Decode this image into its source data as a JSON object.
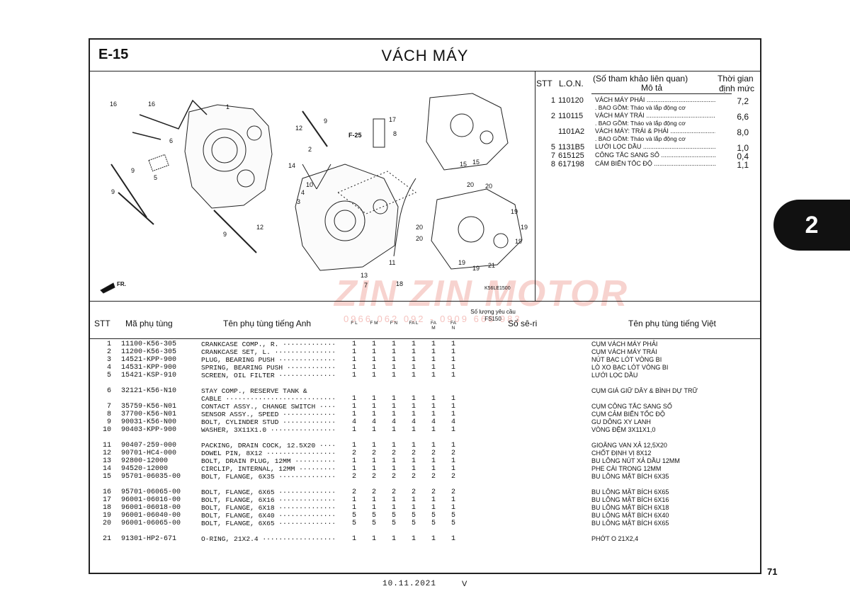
{
  "header": {
    "code": "E-15",
    "title": "VÁCH MÁY"
  },
  "lon_table": {
    "head_stt": "STT",
    "head_lon": "L.O.N.",
    "head_ref": "(Số tham khảo liên quan)",
    "head_desc": "Mô tả",
    "head_time_1": "Thời gian",
    "head_time_2": "định mức",
    "rows": [
      {
        "stt": "1",
        "lon": "110120",
        "desc": "VÁCH MÁY PHẢI",
        "sub": ". BAO GỒM: Tháo và lắp động cơ",
        "time": "7,2"
      },
      {
        "stt": "2",
        "lon": "110115",
        "desc": "VÁCH MÁY TRÁI",
        "sub": ". BAO GỒM: Tháo và lắp động cơ",
        "time": "6,6"
      },
      {
        "stt": "",
        "lon": "1101A2",
        "desc": "VÁCH MÁY: TRÁI & PHẢI",
        "sub": ". BAO GỒM: Tháo và lắp động cơ",
        "time": "8,0"
      },
      {
        "stt": "5",
        "lon": "1131B5",
        "desc": "LƯỚI LỌC DẦU",
        "sub": "",
        "time": "1,0"
      },
      {
        "stt": "7",
        "lon": "615125",
        "desc": "CÔNG TẮC SANG SỐ",
        "sub": "",
        "time": "0,4"
      },
      {
        "stt": "8",
        "lon": "617198",
        "desc": "CẢM BIẾN TỐC ĐỘ",
        "sub": "",
        "time": "1,1"
      }
    ]
  },
  "diagram": {
    "callouts": [
      "16",
      "16",
      "1",
      "9",
      "12",
      "17",
      "8",
      "F-25",
      "6",
      "2",
      "14",
      "10",
      "4",
      "3",
      "5",
      "9",
      "9",
      "12",
      "9",
      "15",
      "15",
      "20",
      "20",
      "19",
      "20",
      "19",
      "20",
      "19",
      "19",
      "19",
      "21",
      "11",
      "13",
      "7",
      "18"
    ],
    "code_label": "K56LE1500",
    "fr_label": "FR."
  },
  "parts_table": {
    "head_stt": "STT",
    "head_code": "Mã phụ tùng",
    "head_en": "Tên phụ tùng tiếng Anh",
    "head_qty": "Số lượng yêu cầu",
    "head_model": "FS150",
    "qty_cols": [
      "F L",
      "F M",
      "F N",
      "FA L",
      "FA M",
      "FA N"
    ],
    "head_serial": "Số sê-ri",
    "head_vi": "Tên phụ tùng tiếng Việt",
    "rows": [
      {
        "stt": "1",
        "code": "11100-K56-305",
        "en": "CRANKCASE COMP., R.",
        "q": [
          "1",
          "1",
          "1",
          "1",
          "1",
          "1"
        ],
        "vi": "CỤM VÁCH MÁY PHẢI"
      },
      {
        "stt": "2",
        "code": "11200-K56-305",
        "en": "CRANKCASE SET, L.",
        "q": [
          "1",
          "1",
          "1",
          "1",
          "1",
          "1"
        ],
        "vi": "CỤM VÁCH MÁY TRÁI"
      },
      {
        "stt": "3",
        "code": "14521-KPP-900",
        "en": "PLUG, BEARING PUSH",
        "q": [
          "1",
          "1",
          "1",
          "1",
          "1",
          "1"
        ],
        "vi": "NÚT BẠC LÓT VÒNG BI"
      },
      {
        "stt": "4",
        "code": "14531-KPP-900",
        "en": "SPRING, BEARING PUSH",
        "q": [
          "1",
          "1",
          "1",
          "1",
          "1",
          "1"
        ],
        "vi": "LÒ XO BẠC LÓT VÒNG BI"
      },
      {
        "stt": "5",
        "code": "15421-KSP-910",
        "en": "SCREEN, OIL FILTER",
        "q": [
          "1",
          "1",
          "1",
          "1",
          "1",
          "1"
        ],
        "vi": "LƯỚI LỌC DẦU"
      },
      {
        "stt": "6",
        "code": "32121-K56-N10",
        "en": "STAY COMP., RESERVE TANK &",
        "en2": "CABLE",
        "q": [
          "1",
          "1",
          "1",
          "1",
          "1",
          "1"
        ],
        "vi": "CỤM GIÁ GIỮ DÂY & BÌNH DỰ TRỮ"
      },
      {
        "stt": "7",
        "code": "35759-K56-N01",
        "en": "CONTACT ASSY., CHANGE SWITCH",
        "q": [
          "1",
          "1",
          "1",
          "1",
          "1",
          "1"
        ],
        "vi": "CỤM CÔNG TẮC SANG SỐ"
      },
      {
        "stt": "8",
        "code": "37700-K56-N01",
        "en": "SENSOR ASSY., SPEED",
        "q": [
          "1",
          "1",
          "1",
          "1",
          "1",
          "1"
        ],
        "vi": "CỤM CẢM BIẾN TỐC ĐỘ"
      },
      {
        "stt": "9",
        "code": "90031-K56-N00",
        "en": "BOLT, CYLINDER STUD",
        "q": [
          "4",
          "4",
          "4",
          "4",
          "4",
          "4"
        ],
        "vi": "GU DÔNG XY LANH"
      },
      {
        "stt": "10",
        "code": "90403-KPP-900",
        "en": "WASHER, 3X11X1.0",
        "q": [
          "1",
          "1",
          "1",
          "1",
          "1",
          "1"
        ],
        "vi": "VÒNG ĐỆM 3X11X1,0"
      },
      {
        "stt": "11",
        "code": "90407-259-000",
        "en": "PACKING, DRAIN COCK, 12.5X20",
        "q": [
          "1",
          "1",
          "1",
          "1",
          "1",
          "1"
        ],
        "vi": "GIOĂNG VAN XẢ 12,5X20"
      },
      {
        "stt": "12",
        "code": "90701-HC4-000",
        "en": "DOWEL PIN, 8X12",
        "q": [
          "2",
          "2",
          "2",
          "2",
          "2",
          "2"
        ],
        "vi": "CHỐT ĐỊNH VỊ 8X12"
      },
      {
        "stt": "13",
        "code": "92800-12000",
        "en": "BOLT, DRAIN PLUG, 12MM",
        "q": [
          "1",
          "1",
          "1",
          "1",
          "1",
          "1"
        ],
        "vi": "BU LÔNG NÚT XẢ DẦU 12MM"
      },
      {
        "stt": "14",
        "code": "94520-12000",
        "en": "CIRCLIP, INTERNAL, 12MM",
        "q": [
          "1",
          "1",
          "1",
          "1",
          "1",
          "1"
        ],
        "vi": "PHE CÀI TRONG 12MM"
      },
      {
        "stt": "15",
        "code": "95701-06035-00",
        "en": "BOLT, FLANGE, 6X35",
        "q": [
          "2",
          "2",
          "2",
          "2",
          "2",
          "2"
        ],
        "vi": "BU LÔNG MẶT BÍCH 6X35"
      },
      {
        "stt": "16",
        "code": "95701-06065-00",
        "en": "BOLT, FLANGE, 6X65",
        "q": [
          "2",
          "2",
          "2",
          "2",
          "2",
          "2"
        ],
        "vi": "BU LÔNG MẶT BÍCH 6X65"
      },
      {
        "stt": "17",
        "code": "96001-06016-00",
        "en": "BOLT, FLANGE, 6X16",
        "q": [
          "1",
          "1",
          "1",
          "1",
          "1",
          "1"
        ],
        "vi": "BU LÔNG MẶT BÍCH 6X16"
      },
      {
        "stt": "18",
        "code": "96001-06018-00",
        "en": "BOLT, FLANGE, 6X18",
        "q": [
          "1",
          "1",
          "1",
          "1",
          "1",
          "1"
        ],
        "vi": "BU LÔNG MẶT BÍCH 6X18"
      },
      {
        "stt": "19",
        "code": "96001-06040-00",
        "en": "BOLT, FLANGE, 6X40",
        "q": [
          "5",
          "5",
          "5",
          "5",
          "5",
          "5"
        ],
        "vi": "BU LÔNG MẶT BÍCH 6X40"
      },
      {
        "stt": "20",
        "code": "96001-06065-00",
        "en": "BOLT, FLANGE, 6X65",
        "q": [
          "5",
          "5",
          "5",
          "5",
          "5",
          "5"
        ],
        "vi": "BU LÔNG MẶT BÍCH 6X65"
      },
      {
        "stt": "21",
        "code": "91301-HP2-671",
        "en": "O-RING, 21X2.4",
        "q": [
          "1",
          "1",
          "1",
          "1",
          "1",
          "1"
        ],
        "vi": "PHỚT O 21X2,4"
      }
    ]
  },
  "footer": {
    "date": "10.11.2021",
    "version": "V",
    "page": "71",
    "section_badge": "2"
  },
  "watermark": {
    "brand": "ZIN ZIN MOTOR",
    "phone": "0966 062 092 - 0909 666 983"
  }
}
